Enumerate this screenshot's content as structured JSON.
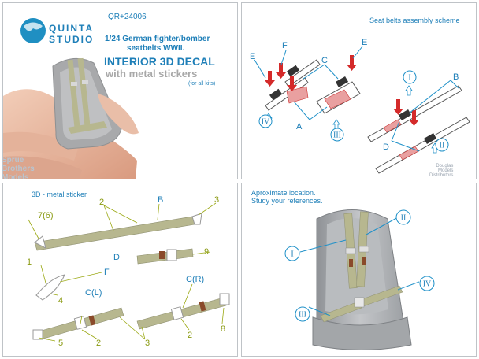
{
  "brand": {
    "line1": "QUINTA",
    "line2": "STUDIO"
  },
  "product": {
    "code": "QR+24006",
    "title_line1": "1/24 German fighter/bomber",
    "title_line2": "seatbelts WWII.",
    "headline1": "INTERIOR 3D DECAL",
    "headline2": "with metal stickers",
    "note": "(for all kits)"
  },
  "assembly": {
    "title": "Seat belts assembly scheme",
    "labels": {
      "E1": "E",
      "F": "F",
      "C": "C",
      "E2": "E",
      "A": "A",
      "B": "B",
      "D": "D"
    },
    "romans": {
      "IV": "IV",
      "III": "III",
      "I": "I",
      "II": "II"
    }
  },
  "watermark": {
    "line1": "Douglas",
    "line2": "Models",
    "line3": "Distributors"
  },
  "side_watermark": {
    "line1": "Sprue",
    "line2": "Brothers",
    "line3": "Models"
  },
  "parts": {
    "caption": "3D - metal sticker",
    "labels": {
      "n76": "7(6)",
      "n2a": "2",
      "B": "B",
      "n3a": "3",
      "D": "D",
      "n9": "9",
      "n1": "1",
      "F": "F",
      "n4": "4",
      "CL": "C(L)",
      "CR": "C(R)",
      "n5": "5",
      "n2b": "2",
      "n3b": "3",
      "n2c": "2",
      "n8": "8"
    }
  },
  "location": {
    "line1": "Aproximate location.",
    "line2": "Study your references.",
    "romans": {
      "I": "I",
      "II": "II",
      "III": "III",
      "IV": "IV"
    }
  },
  "colors": {
    "accent_blue": "#1e7fb8",
    "belt_green": "#b7b78f",
    "arrow_red": "#d42a2a",
    "label_olive": "#8a9a12"
  }
}
